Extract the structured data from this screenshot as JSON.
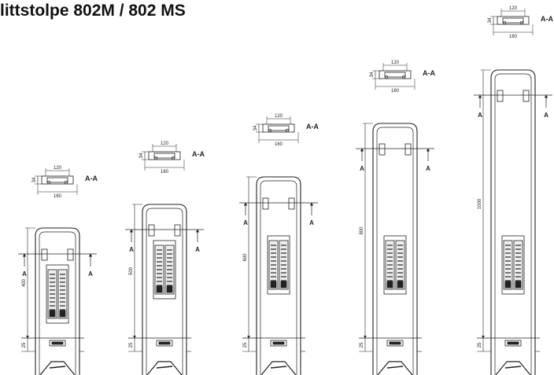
{
  "title": "littstolpe 802M / 802 MS",
  "section_label": "A-A",
  "section_marker": "A",
  "plan_view": {
    "width": "120",
    "outer_width": "160",
    "depth": "34"
  },
  "pillars": [
    {
      "height": "400",
      "base": "25"
    },
    {
      "height": "500",
      "base": "25"
    },
    {
      "height": "600",
      "base": "25"
    },
    {
      "height": "800",
      "base": "25"
    },
    {
      "height": "1000",
      "base": "25"
    }
  ],
  "colors": {
    "line": "#222222",
    "background": "#ffffff"
  }
}
